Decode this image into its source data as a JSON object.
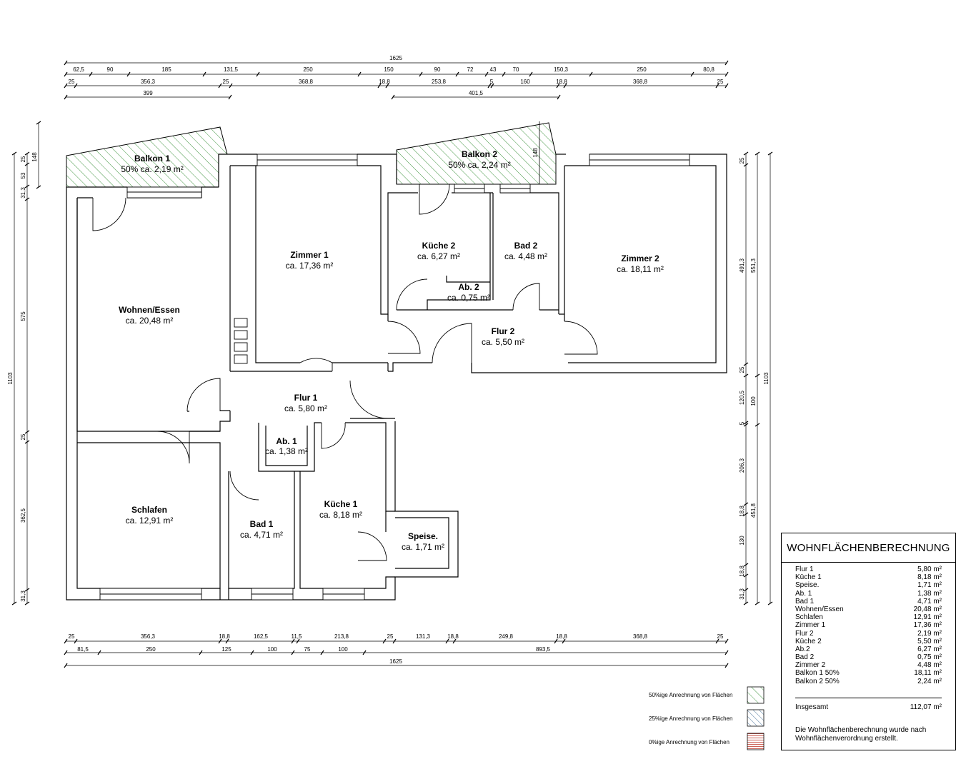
{
  "rooms": [
    {
      "name": "Balkon 1",
      "area": "50% ca. 2,19 m²"
    },
    {
      "name": "Balkon 2",
      "area": "50% ca. 2,24 m²"
    },
    {
      "name": "Zimmer 1",
      "area": "ca. 17,36 m²"
    },
    {
      "name": "Küche 2",
      "area": "ca. 6,27 m²"
    },
    {
      "name": "Bad 2",
      "area": "ca. 4,48 m²"
    },
    {
      "name": "Zimmer 2",
      "area": "ca. 18,11 m²"
    },
    {
      "name": "Ab. 2",
      "area": "ca. 0,75 m²"
    },
    {
      "name": "Wohnen/Essen",
      "area": "ca. 20,48 m²"
    },
    {
      "name": "Flur 2",
      "area": "ca. 5,50 m²"
    },
    {
      "name": "Flur 1",
      "area": "ca. 5,80 m²"
    },
    {
      "name": "Ab. 1",
      "area": "ca. 1,38 m²"
    },
    {
      "name": "Schlafen",
      "area": "ca. 12,91 m²"
    },
    {
      "name": "Bad 1",
      "area": "ca. 4,71 m²"
    },
    {
      "name": "Küche 1",
      "area": "ca. 8,18 m²"
    },
    {
      "name": "Speise.",
      "area": "ca. 1,71 m²"
    }
  ],
  "dimensions": {
    "top_total": "1625",
    "top_row1": [
      "62,5",
      "90",
      "185",
      "131,5",
      "250",
      "150",
      "90",
      "72",
      "43",
      "70",
      "150,3",
      "250",
      "80,8"
    ],
    "top_row2": [
      "25",
      "356,3",
      "25",
      "368,8",
      "18,8",
      "253,8",
      "5",
      "160",
      "18,8",
      "368,8",
      "25"
    ],
    "top_row3": [
      "399",
      "401,5"
    ],
    "bottom_row1": [
      "25",
      "356,3",
      "18,8",
      "162,5",
      "11,5",
      "213,8",
      "25",
      "131,3",
      "18,8",
      "249,8",
      "18,8",
      "368,8",
      "25"
    ],
    "bottom_row2": [
      "81,5",
      "250",
      "125",
      "100",
      "75",
      "100",
      "893,5"
    ],
    "bottom_total": "1625",
    "left_outer": "1103",
    "left_inner": [
      "148",
      "25",
      "53",
      "31,3",
      "575",
      "25",
      "362,5",
      "31,3"
    ],
    "right_inner": [
      "25",
      "491,3",
      "25",
      "120,5",
      "5",
      "206,3",
      "18,8",
      "130",
      "18,8",
      "31,3"
    ],
    "right_mid": [
      "551,3",
      "100",
      "451,8"
    ],
    "right_outer": "1103",
    "balkon2_depth": "148"
  },
  "legend": [
    {
      "label": "50%ige Anrechnung von Flächen",
      "color": "#2e8b2e"
    },
    {
      "label": "25%ige Anrechnung von Flächen",
      "color": "#2b5c8a"
    },
    {
      "label": "0%ige Anrechnung von Flächen",
      "color": "#c0392b"
    }
  ],
  "area_table": {
    "title": "WOHNFLÄCHENBERECHNUNG",
    "rows": [
      {
        "name": "Flur 1",
        "value": "5,80 m²"
      },
      {
        "name": "Küche 1",
        "value": "8,18 m²"
      },
      {
        "name": "Speise.",
        "value": "1,71 m²"
      },
      {
        "name": "Ab. 1",
        "value": "1,38 m²"
      },
      {
        "name": "Bad 1",
        "value": "4,71 m²"
      },
      {
        "name": "Wohnen/Essen",
        "value": "20,48 m²"
      },
      {
        "name": "Schlafen",
        "value": "12,91 m²"
      },
      {
        "name": "Zimmer 1",
        "value": "17,36 m²"
      },
      {
        "name": "Flur 2",
        "value": "2,19 m²"
      },
      {
        "name": "Küche 2",
        "value": "5,50 m²"
      },
      {
        "name": "Ab.2",
        "value": "6,27 m²"
      },
      {
        "name": "Bad 2",
        "value": "0,75 m²"
      },
      {
        "name": "Zimmer 2",
        "value": "4,48 m²"
      },
      {
        "name": "Balkon 1 50%",
        "value": "18,11 m²"
      },
      {
        "name": "Balkon 2 50%",
        "value": "2,24 m²"
      }
    ],
    "total_label": "Insgesamt",
    "total_value": "112,07 m²",
    "note": "Die Wohnflächenberechnung wurde nach Wohnflächenverordnung erstellt."
  }
}
